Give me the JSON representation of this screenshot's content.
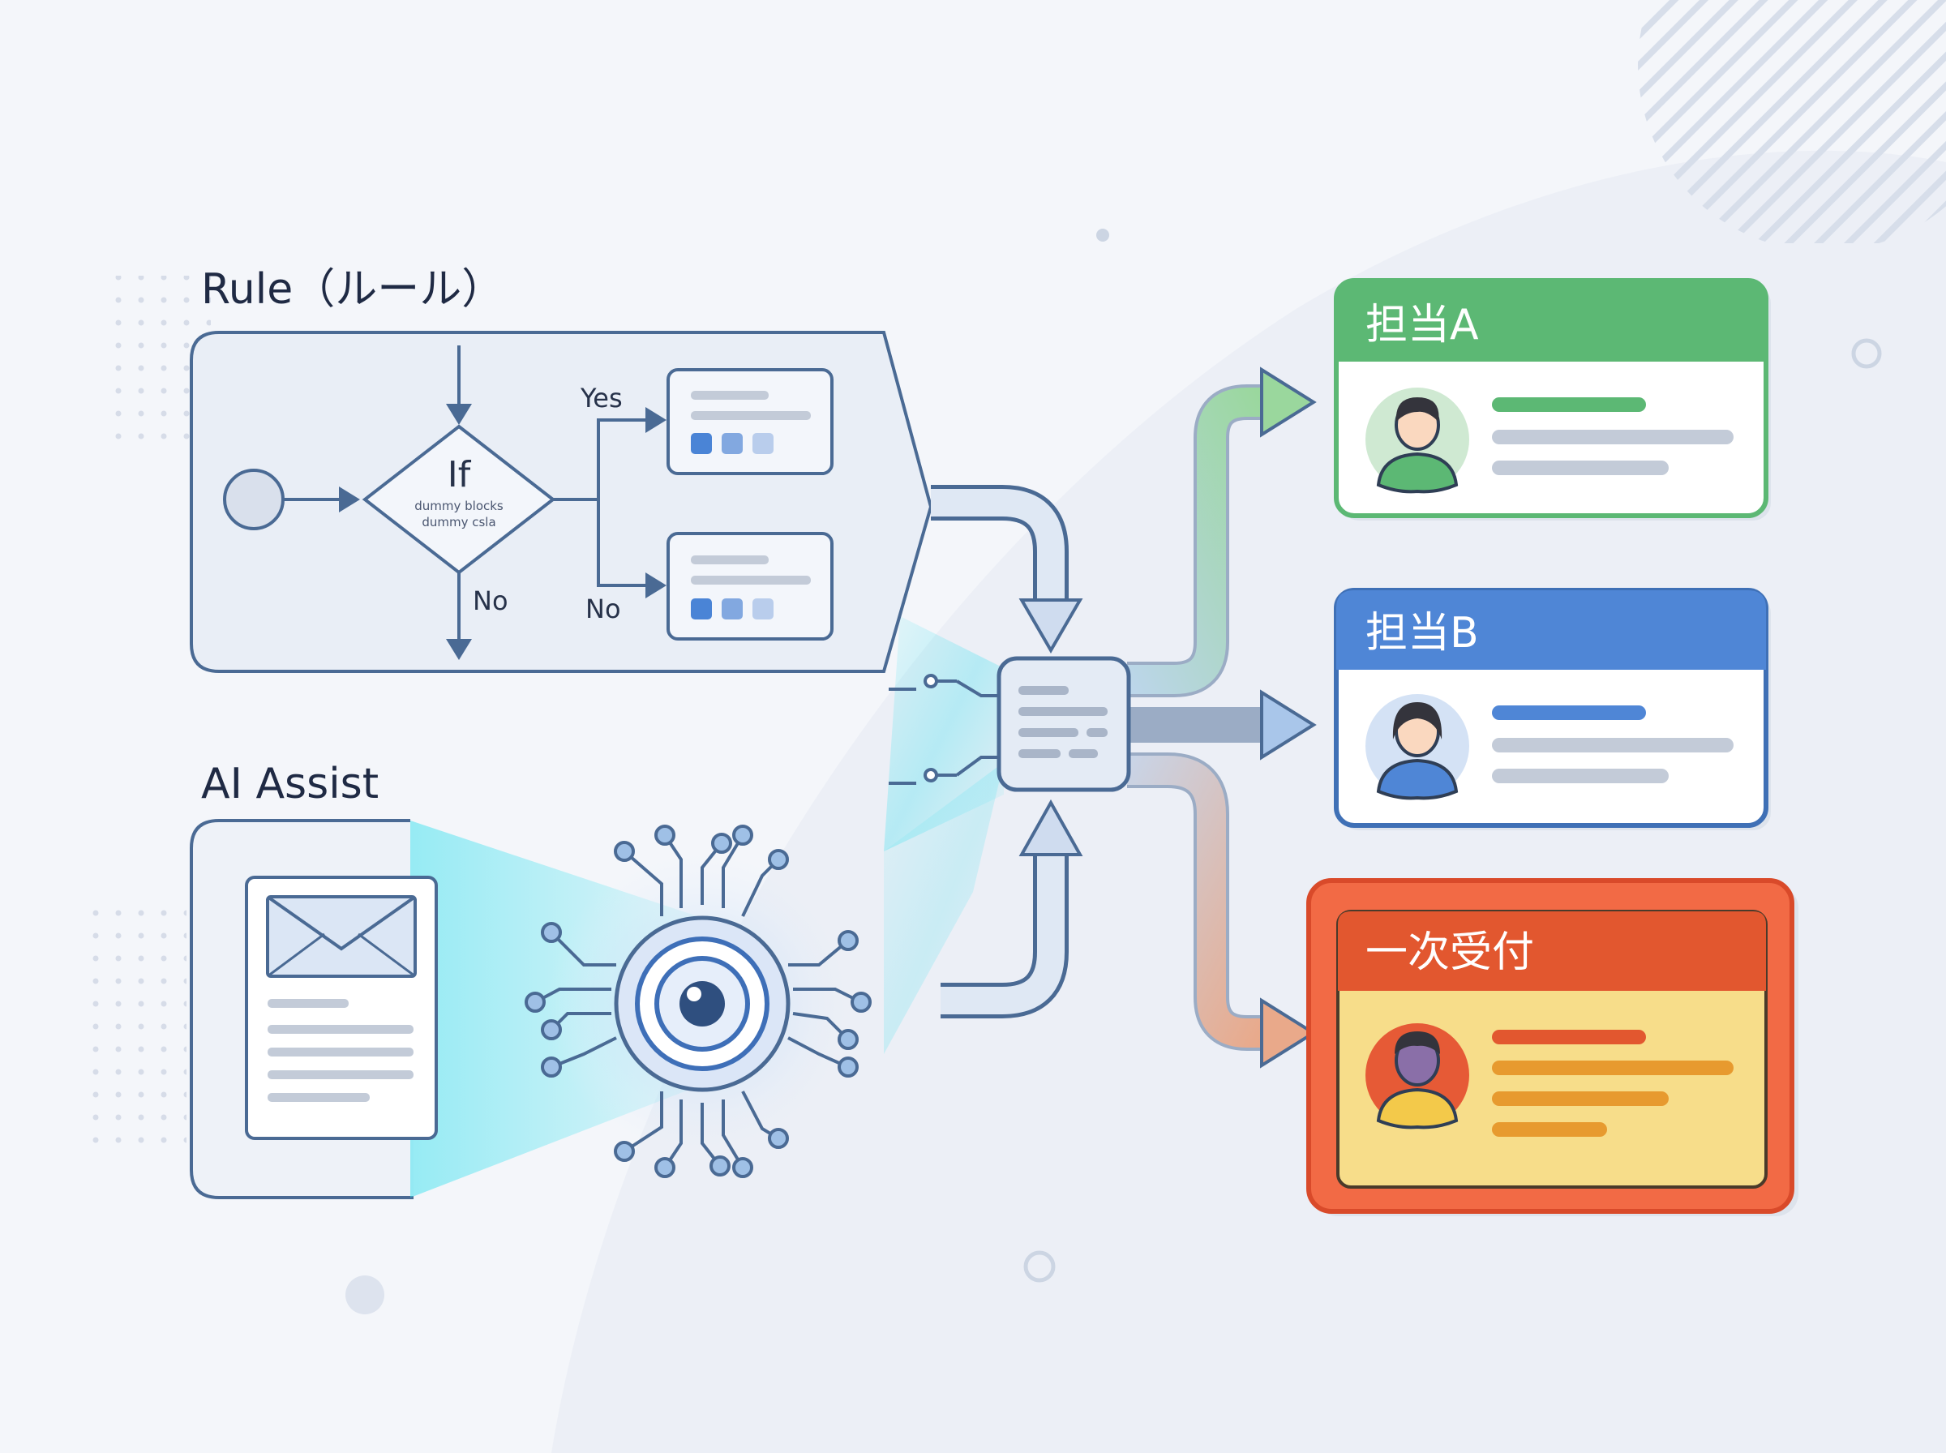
{
  "rule_section": {
    "title": "Rule（ルール）",
    "decision": {
      "label": "If",
      "sub_lines": [
        "dummy blocks",
        "dummy csla"
      ]
    },
    "branch_yes_label": "Yes",
    "branch_no_label_right": "No",
    "branch_no_label_down": "No"
  },
  "ai_section": {
    "title": "AI Assist"
  },
  "destinations": [
    {
      "title": "担当A",
      "color": "#5cb874"
    },
    {
      "title": "担当B",
      "color": "#4f86d6"
    },
    {
      "title": "一次受付",
      "color": "#e2572f"
    }
  ],
  "colors": {
    "stroke": "#4a6a94",
    "panel_fill": "#e9eef6",
    "ai_beam": "#37e0ee",
    "green": "#5cb874",
    "blue": "#4f86d6",
    "red": "#e2572f",
    "yellow_fill": "#f7dd8a",
    "orange_line": "#e79a2f"
  }
}
